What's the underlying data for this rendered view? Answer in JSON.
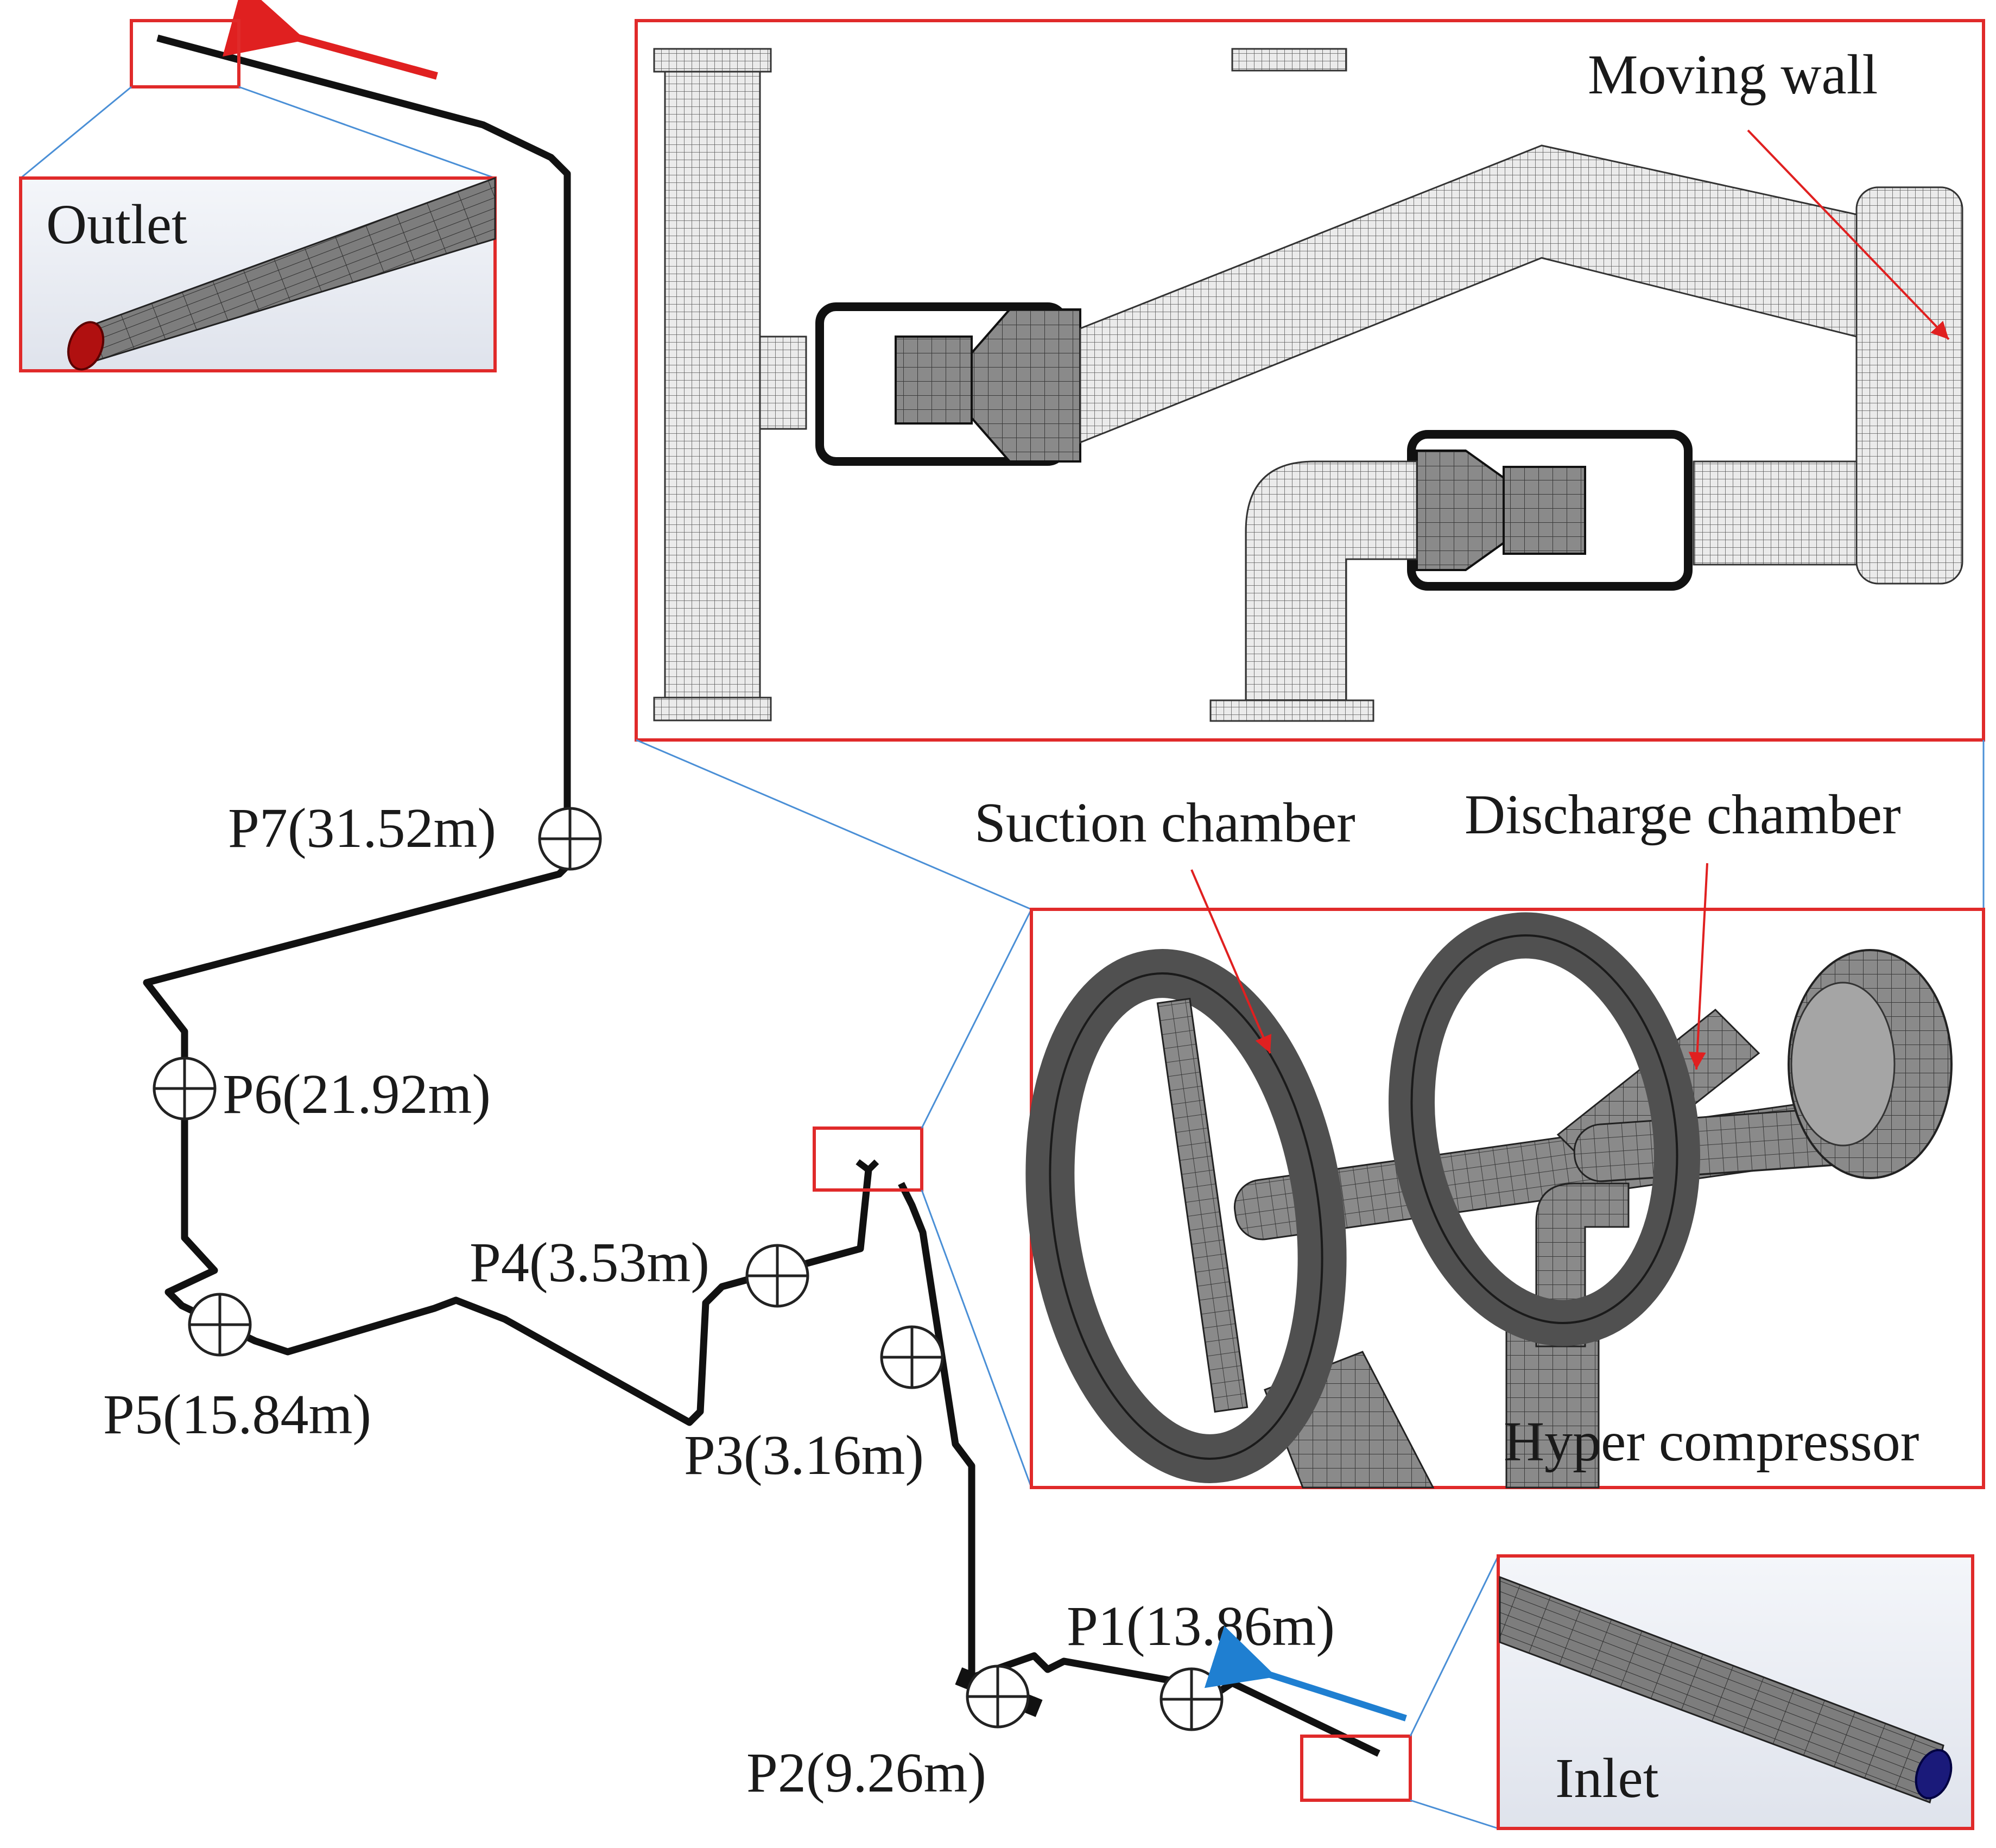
{
  "labels": {
    "outlet": "Outlet",
    "inlet": "Inlet",
    "moving_wall": "Moving wall",
    "suction_chamber": "Suction chamber",
    "discharge_chamber": "Discharge chamber",
    "hyper_compressor": "Hyper compressor"
  },
  "probes": [
    {
      "id": "P7",
      "label": "P7(31.52m)"
    },
    {
      "id": "P6",
      "label": "P6(21.92m)"
    },
    {
      "id": "P5",
      "label": "P5(15.84m)"
    },
    {
      "id": "P4",
      "label": "P4(3.53m)"
    },
    {
      "id": "P3",
      "label": "P3(3.16m)"
    },
    {
      "id": "P2",
      "label": "P2(9.26m)"
    },
    {
      "id": "P1",
      "label": "P1(13.86m)"
    }
  ],
  "colors": {
    "frame": "#e02a2a",
    "leader": "#4a8fd6",
    "pipe": "#111111",
    "mesh": "#555555",
    "outlet_face": "#b01010",
    "inlet_face": "#1a1a7a",
    "outflow_arrow": "#e02020",
    "inflow_arrow": "#1f7fd1"
  },
  "icons": {
    "probe": "crosshair-circle-icon",
    "outflow": "arrow-left-red-icon",
    "inflow": "arrow-left-blue-icon"
  }
}
